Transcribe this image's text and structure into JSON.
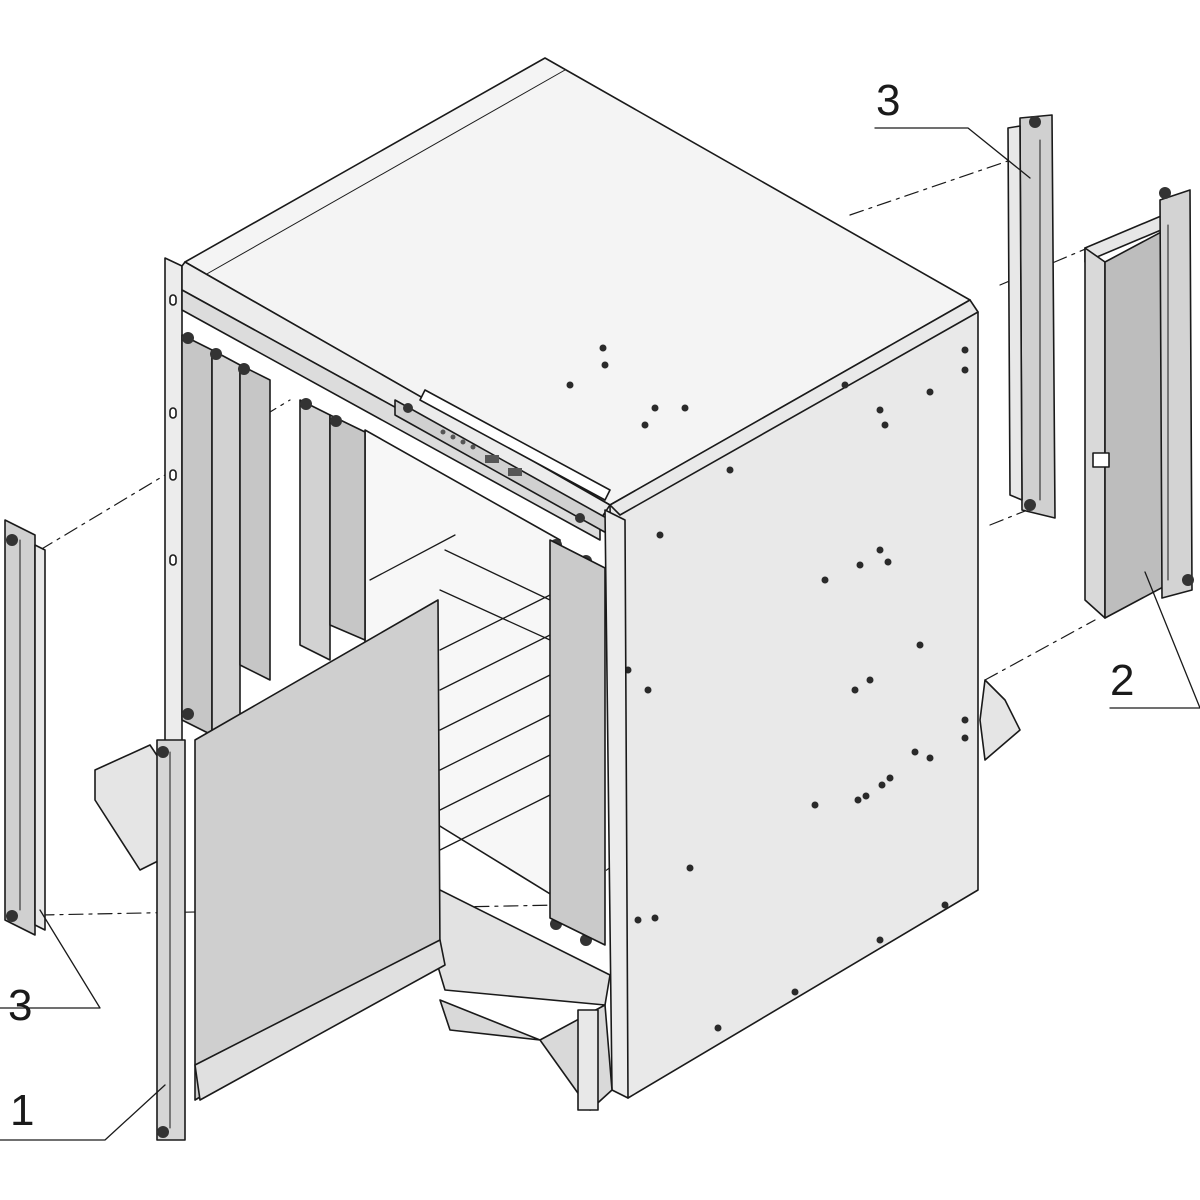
{
  "callouts": {
    "c1": "1",
    "c2": "2",
    "c3_left": "3",
    "c3_right": "3"
  },
  "colors": {
    "line": "#1a1a1a",
    "panel_fill": "#c8c8c8",
    "panel_dark": "#9a9a9a",
    "chassis_light": "#f2f2f2",
    "chassis_mid": "#e6e6e6",
    "chassis_dark": "#d5d5d5"
  }
}
